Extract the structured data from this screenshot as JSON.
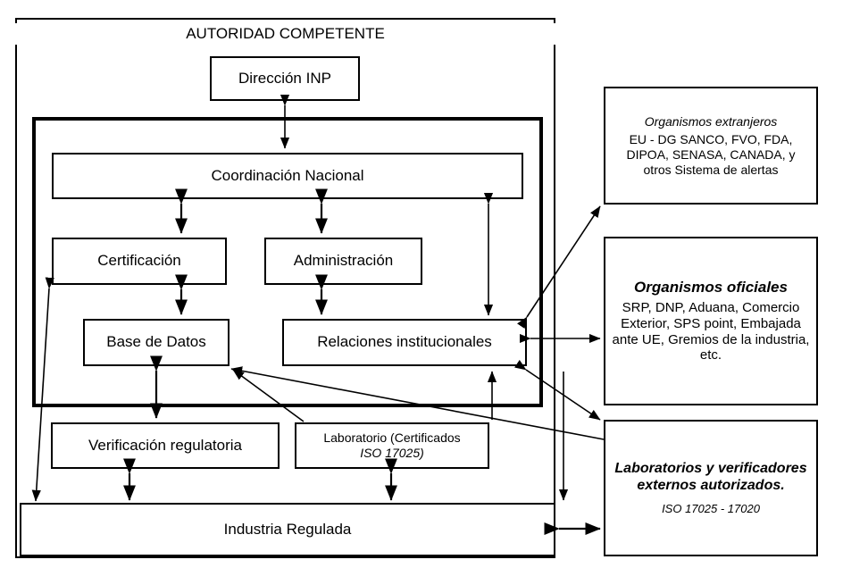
{
  "diagram": {
    "title": "AUTORIDAD COMPETENTE",
    "nodes": {
      "direccion": "Dirección INP",
      "coordinacion": "Coordinación Nacional",
      "certificacion": "Certificación",
      "administracion": "Administración",
      "base_datos": "Base de Datos",
      "relaciones": "Relaciones institucionales",
      "verificacion": "Verificación regulatoria",
      "laboratorio_line1": "Laboratorio (Certificados",
      "laboratorio_line2": "ISO 17025)",
      "industria": "Industria Regulada"
    },
    "panels": [
      {
        "id": "organismos-extranjeros",
        "title": "Organismos extranjeros",
        "body": "EU - DG SANCO, FVO, FDA, DIPOA, SENASA, CANADA, y otros Sistema de alertas"
      },
      {
        "id": "organismos-oficiales",
        "title": "Organismos oficiales",
        "body": "SRP, DNP, Aduana, Comercio Exterior, SPS point, Embajada ante UE, Gremios de la industria, etc."
      },
      {
        "id": "laboratorios-externos",
        "title": "Laboratorios y verificadores externos autorizados.",
        "subtitle": "ISO 17025 - 17020"
      }
    ],
    "colors": {
      "line": "#000000",
      "background": "#ffffff"
    }
  }
}
